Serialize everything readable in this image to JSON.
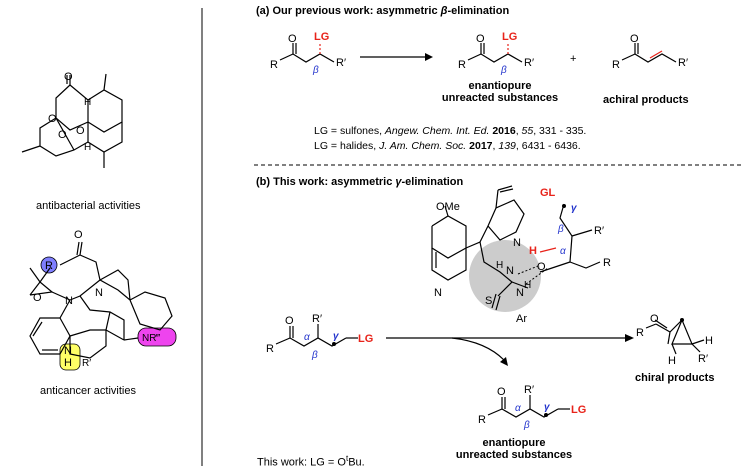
{
  "left_panel": {
    "antibacterial_label": "antibacterial activities",
    "anticancer_label": "anticancer activities",
    "atoms": {
      "O": "O",
      "N": "N",
      "H": "H",
      "R": "R",
      "Rdp": "R′",
      "NRtp": "NR‴"
    }
  },
  "section_a": {
    "title": "(a) Our previous work: asymmetric ",
    "beta_glyph": "β",
    "title_suffix": "-elimination",
    "labels": {
      "LG": "LG",
      "R": "R",
      "Rp": "R′",
      "O": "O",
      "beta": "β",
      "plus": "+"
    },
    "products": {
      "left_line1": "enantiopure",
      "left_line2": "unreacted substances",
      "right": "achiral products"
    },
    "refs": [
      {
        "pre": "LG = sulfones, ",
        "journal": "Angew. Chem. Int. Ed.",
        "year": "2016",
        "vol": "55",
        "pages": ", 331 - 335."
      },
      {
        "pre": "LG = halides, ",
        "journal": "J. Am. Chem. Soc.",
        "year": "2017",
        "vol": "139",
        "pages": ", 6431 - 6436."
      }
    ]
  },
  "section_b": {
    "title": "(b) This work: asymmetric ",
    "gamma_glyph": "γ",
    "title_suffix": "-elimination",
    "labels": {
      "OMe": "OMe",
      "N": "N",
      "H": "H",
      "S": "S",
      "Ar": "Ar",
      "O": "O",
      "GL": "GL",
      "R": "R",
      "Rp": "R′",
      "LG": "LG",
      "alpha": "α",
      "beta": "β",
      "gamma": "γ"
    },
    "chiral_products": "chiral products",
    "bottom_line1": "enantiopure",
    "bottom_line2": "unreacted substances",
    "this_work_prefix": "This work: LG = O",
    "this_work_sup": "t",
    "this_work_suffix": "Bu."
  },
  "colors": {
    "red": "#e8231a",
    "blue": "#2233cc",
    "magenta": "#ee44ee",
    "yellow": "#ffff66",
    "lavender": "#7f7fff",
    "gray": "#cccccc"
  }
}
